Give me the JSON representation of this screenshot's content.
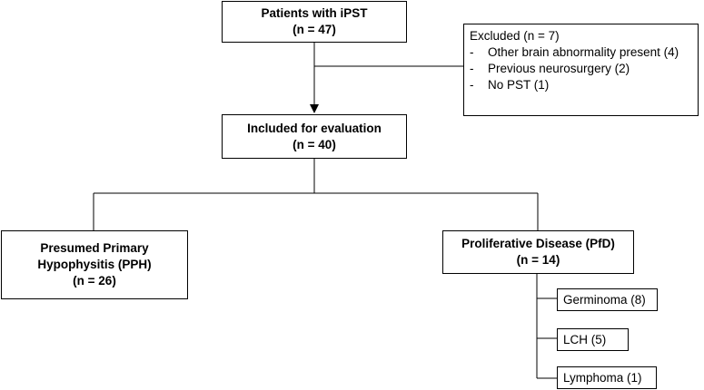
{
  "nodes": {
    "patients": {
      "line1": "Patients with iPST",
      "line2": "(n = 47)"
    },
    "excluded": {
      "title": "Excluded (n = 7)",
      "items": [
        "Other brain abnormality present (4)",
        "Previous neurosurgery (2)",
        "No PST (1)"
      ],
      "bullet": "-"
    },
    "included": {
      "line1": "Included for evaluation",
      "line2": "(n = 40)"
    },
    "pph": {
      "line1": "Presumed Primary",
      "line2": "Hypophysitis (PPH)",
      "line3": "(n = 26)"
    },
    "pfd": {
      "line1": "Proliferative Disease (PfD)",
      "line2": "(n = 14)"
    },
    "pfd_subtypes": [
      {
        "label": "Germinoma (8)"
      },
      {
        "label": "LCH (5)"
      },
      {
        "label": "Lymphoma (1)"
      }
    ]
  },
  "colors": {
    "line": "#000000",
    "box_border": "#000000",
    "background": "#ffffff"
  }
}
